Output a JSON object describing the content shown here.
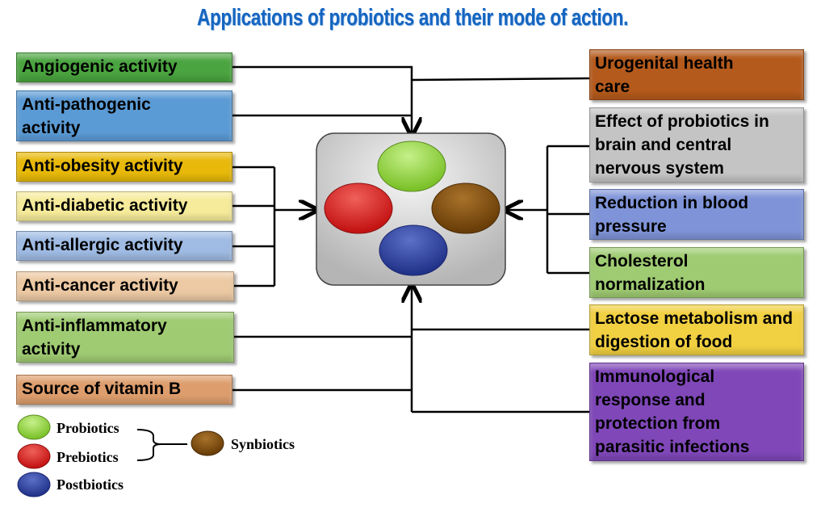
{
  "title": "Applications of probiotics and their mode of action.",
  "left_boxes": [
    {
      "text": "Angiogenic activity",
      "color": "#4aa43f"
    },
    {
      "text": "Anti-pathogenic activity",
      "color": "#5b9bd5"
    },
    {
      "text": "Anti-obesity activity",
      "color": "#e8b90a"
    },
    {
      "text": "Anti-diabetic activity",
      "color": "#f6eb9a"
    },
    {
      "text": "Anti-allergic activity",
      "color": "#9fbbe3"
    },
    {
      "text": "Anti-cancer activity",
      "color": "#ecc9a3"
    },
    {
      "text": "Anti-inflammatory activity",
      "color": "#9fcb72"
    },
    {
      "text": "Source of vitamin B",
      "color": "#dd9d6c"
    }
  ],
  "right_boxes": [
    {
      "text": "Urogenital health care",
      "color": "#b45a1c"
    },
    {
      "text": "Effect of probiotics in brain and central nervous system",
      "color": "#c4c4c4"
    },
    {
      "text": "Reduction in blood pressure",
      "color": "#7f94d8"
    },
    {
      "text": "Cholesterol normalization",
      "color": "#9fcb72"
    },
    {
      "text": "Lactose metabolism and digestion of food",
      "color": "#f1d041"
    },
    {
      "text": "Immunological response and protection from parasitic infections",
      "color": "#7f47b8"
    }
  ],
  "legend": {
    "probiotics": "Probiotics",
    "prebiotics": "Prebiotics",
    "postbiotics": "Postbiotics",
    "synbiotics": "Synbiotics"
  },
  "colors": {
    "probiotics": "#8fd23e",
    "prebiotics": "#d92020",
    "postbiotics": "#2c3f96",
    "synbiotics": "#7a4b10",
    "title": "#1565c0"
  }
}
